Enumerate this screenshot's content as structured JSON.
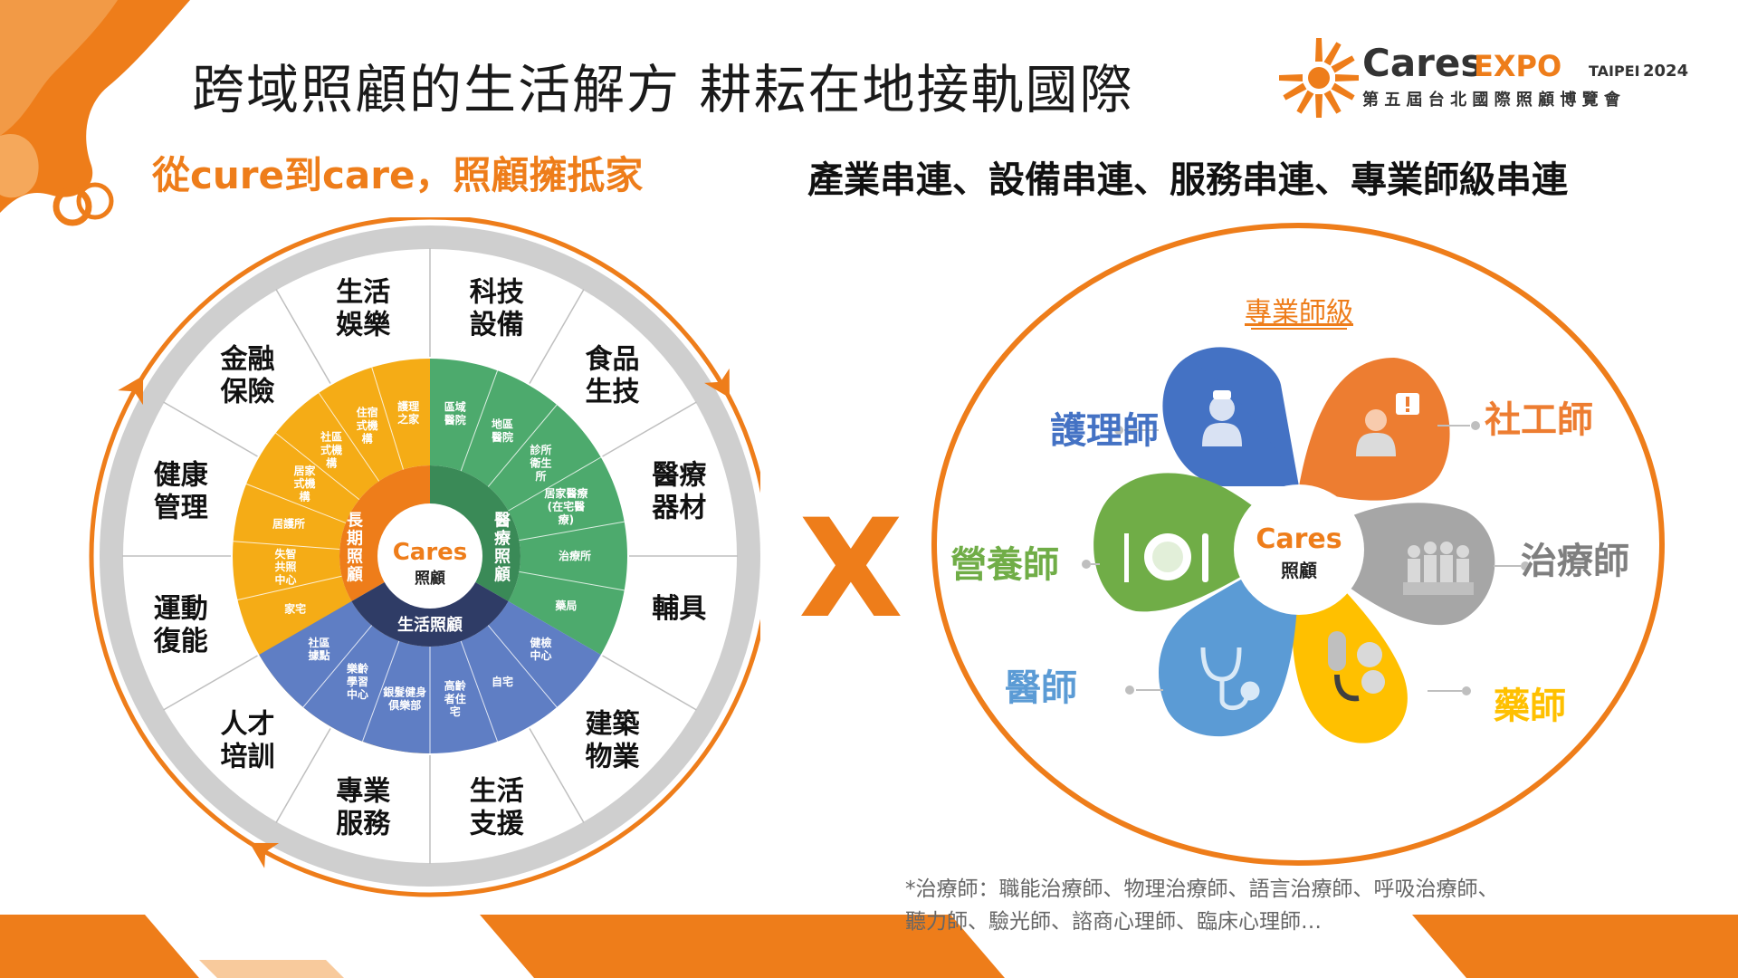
{
  "header": {
    "title": "跨域照顧的生活解方  耕耘在地接軌國際",
    "subtitle_left": "從cure到care，照顧擁抵家",
    "subtitle_right": "產業串連、設備串連、服務串連、專業師級串連"
  },
  "logo": {
    "brand": "Cares",
    "expo": "EXPO",
    "city": "TAIPEI",
    "year": "2024",
    "chinese_name": "第 五 屆 台 北 國 際 照 顧 博 覽 會"
  },
  "colors": {
    "orange": "#ee7d1a",
    "green": "#4daa6d",
    "yellow": "#f5ac16",
    "blue": "#5f7ec4",
    "dark_navy": "#2f3c66",
    "gray": "#a6a6a6"
  },
  "wheel": {
    "center_brand": "Cares",
    "center_sub": "照顧",
    "inner_segments": {
      "long_term": "長期照顧",
      "medical": "醫療照顧",
      "life": "生活照顧"
    },
    "long_term_items": [
      "家宅",
      "失智共照中心",
      "居護所",
      "居家式機構",
      "社區式機構",
      "住宿式機構",
      "護理之家"
    ],
    "medical_items": [
      "區域醫院",
      "地區醫院",
      "診所衛生所",
      "居家醫療(在宅醫療)",
      "治療所",
      "藥局"
    ],
    "life_items": [
      "健檢中心",
      "自宅",
      "高齡者住宅",
      "銀髮健身俱樂部",
      "樂齡學習中心",
      "社區據點"
    ],
    "outer_sectors": [
      "科技設備",
      "食品生技",
      "醫療器材",
      "輔具",
      "建築物業",
      "生活支援",
      "專業服務",
      "人才培訓",
      "運動復能",
      "健康管理",
      "金融保險",
      "生活娛樂"
    ]
  },
  "multiply": "X",
  "professions": {
    "header": "專業師級",
    "center_brand": "Cares",
    "center_sub": "照顧",
    "items": [
      {
        "label": "護理師",
        "icon": "nurse-icon",
        "color": "#4472c4"
      },
      {
        "label": "社工師",
        "icon": "social-worker-icon",
        "color": "#ed7d31"
      },
      {
        "label": "治療師",
        "icon": "therapist-group-icon",
        "color": "#7f7f7f"
      },
      {
        "label": "藥師",
        "icon": "medicine-icon",
        "color": "#ffc000"
      },
      {
        "label": "醫師",
        "icon": "stethoscope-icon",
        "color": "#5b9bd5"
      },
      {
        "label": "營養師",
        "icon": "plate-cutlery-icon",
        "color": "#70ad47"
      }
    ]
  },
  "footnote": {
    "line1": "*治療師：職能治療師、物理治療師、語言治療師、呼吸治療師、",
    "line2": "聽力師、驗光師、諮商心理師、臨床心理師…"
  }
}
